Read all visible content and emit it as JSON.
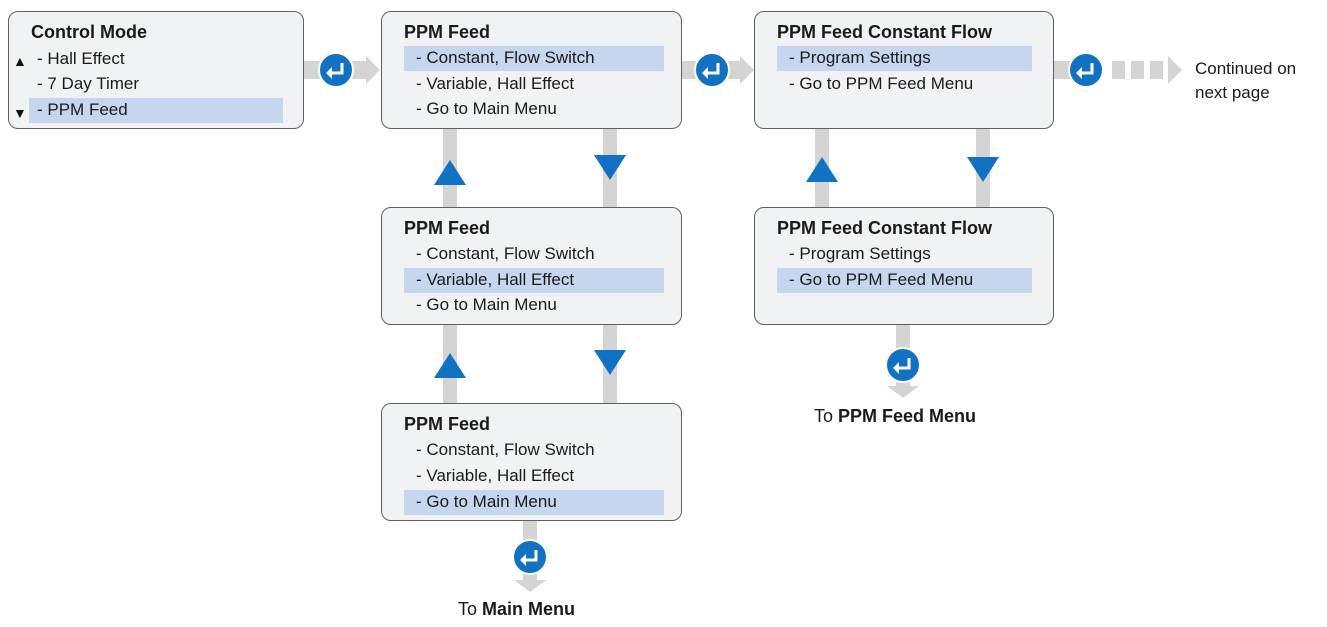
{
  "control_mode": {
    "title": "Control Mode",
    "items": [
      "- Hall Effect",
      "- 7 Day Timer",
      "- PPM Feed"
    ]
  },
  "ppm_feed": {
    "title": "PPM Feed",
    "items": [
      "- Constant, Flow Switch",
      "- Variable, Hall Effect",
      "- Go to Main Menu"
    ]
  },
  "ppm_feed_constant_flow": {
    "title": "PPM Feed Constant Flow",
    "items": [
      "- Program Settings",
      "- Go to PPM Feed Menu"
    ]
  },
  "captions": {
    "to": "To",
    "main_menu": "Main Menu",
    "ppm_feed_menu": "PPM Feed Menu",
    "continued_line1": "Continued on",
    "continued_line2": "next page"
  },
  "icons": {
    "enter": "enter-return-icon",
    "up": "up-arrow-icon",
    "down": "down-arrow-icon",
    "scroll_up": "triangle-up-icon",
    "scroll_down": "triangle-down-icon"
  },
  "colors": {
    "accent_blue": "#1172c4",
    "highlight": "#c5d6ee",
    "connector_gray": "#d4d4d4",
    "box_fill": "#f1f2f3",
    "box_border": "#5f5f5f"
  }
}
